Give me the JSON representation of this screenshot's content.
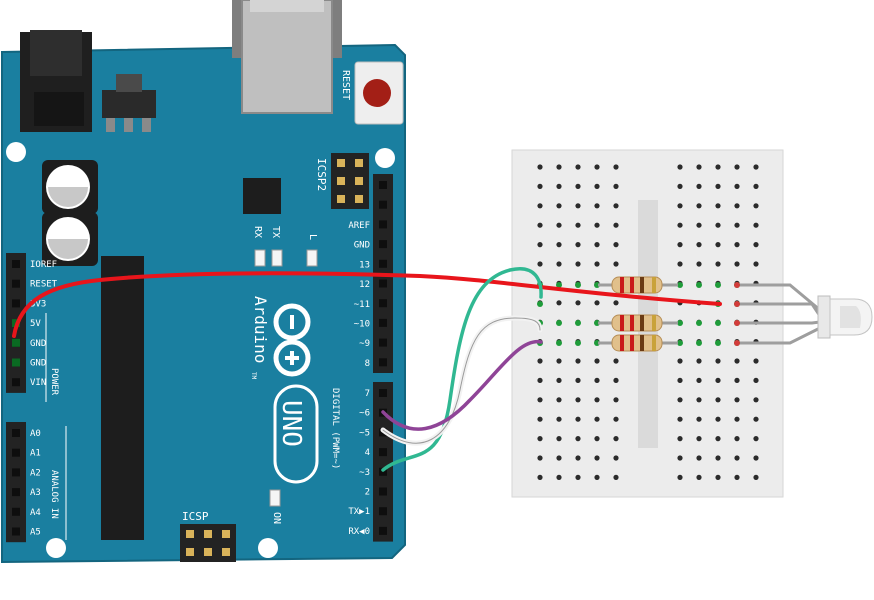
{
  "board": {
    "name": "UNO",
    "brand": "Arduino",
    "reset_label": "RESET",
    "icsp2_label": "ICSP2",
    "icsp_label": "ICSP",
    "on_label": "ON",
    "rx_label": "RX",
    "tx_label": "TX",
    "l_label": "L",
    "tm": "TM",
    "power_group_label": "POWER",
    "analog_group_label": "ANALOG IN",
    "digital_group_label": "DIGITAL (PWM=~)",
    "power_pins": [
      "IOREF",
      "RESET",
      "3V3",
      "5V",
      "GND",
      "GND",
      "VIN"
    ],
    "analog_pins": [
      "A0",
      "A1",
      "A2",
      "A3",
      "A4",
      "A5"
    ],
    "digital_pins_top": [
      "AREF",
      "GND",
      "13",
      "12",
      "~11",
      "~10",
      "~9",
      "8"
    ],
    "digital_pins_bottom": [
      "7",
      "~6",
      "~5",
      "4",
      "~3",
      "2",
      "TX▶1",
      "RX◀0"
    ]
  },
  "colors": {
    "board": "#1a7fa0",
    "board_edge": "#13657f",
    "header": "#232323",
    "breadboard": "#ececec",
    "wire_red": "#e8151b",
    "wire_teal": "#30b892",
    "wire_white": "#f2f2f2",
    "wire_purple": "#8f4497"
  },
  "wires": [
    {
      "name": "wire-5v-red",
      "color": "red"
    },
    {
      "name": "wire-pin3-teal",
      "color": "teal"
    },
    {
      "name": "wire-pin5-white",
      "color": "white"
    },
    {
      "name": "wire-pin6-purple",
      "color": "purple"
    }
  ]
}
